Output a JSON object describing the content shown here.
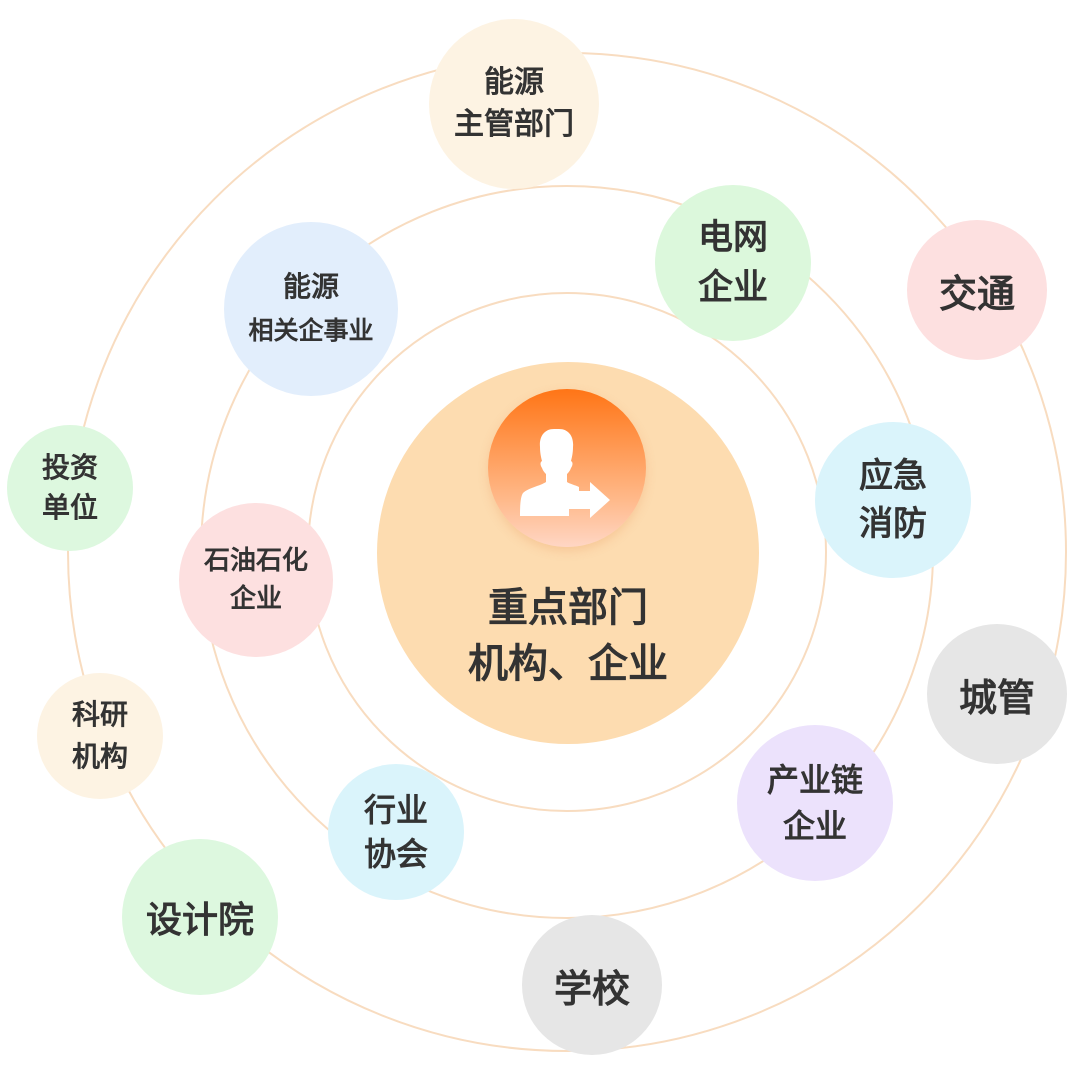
{
  "center": {
    "icon": "user-transfer-icon",
    "lines": [
      "重点部门",
      "机构、企业"
    ],
    "color": "#fddcb0",
    "icon_gradient": [
      "#ff7516",
      "#ffd6c4"
    ]
  },
  "ring_color": "#f8dcc0",
  "bubbles": [
    {
      "lines": [
        "能源",
        "主管部门"
      ],
      "color": "#fdf3e3"
    },
    {
      "lines": [
        "电网",
        "企业"
      ],
      "color": "#dcf8dc"
    },
    {
      "lines": [
        "交通"
      ],
      "color": "#fde0e0"
    },
    {
      "lines": [
        "能源",
        "相关企事业"
      ],
      "color": "#e2eefc"
    },
    {
      "lines": [
        "投资",
        "单位"
      ],
      "color": "#ddf8df"
    },
    {
      "lines": [
        "应急",
        "消防"
      ],
      "color": "#daf4fb"
    },
    {
      "lines": [
        "石油石化",
        "企业"
      ],
      "color": "#fde0e0"
    },
    {
      "lines": [
        "城管"
      ],
      "color": "#e6e6e6"
    },
    {
      "lines": [
        "科研",
        "机构"
      ],
      "color": "#fdf3e3"
    },
    {
      "lines": [
        "产业链",
        "企业"
      ],
      "color": "#ece2fc"
    },
    {
      "lines": [
        "行业",
        "协会"
      ],
      "color": "#daf4fb"
    },
    {
      "lines": [
        "设计院"
      ],
      "color": "#ddf8df"
    },
    {
      "lines": [
        "学校"
      ],
      "color": "#e6e6e6"
    }
  ]
}
